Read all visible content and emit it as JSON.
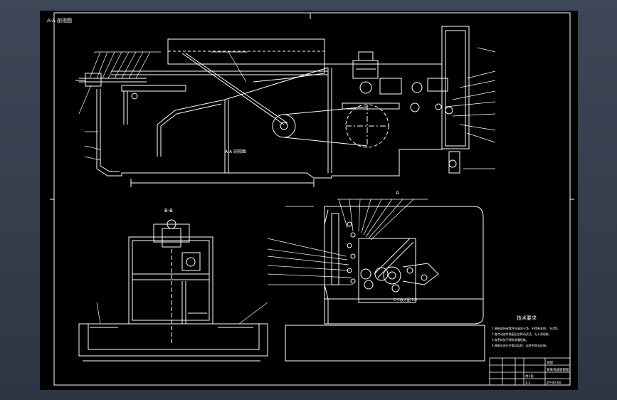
{
  "drawing": {
    "view_top_label": "A-A 剖视图",
    "view_mid_label": "A-A 剖视图",
    "section_label": "B-B",
    "view_marker": "A",
    "right_view_label": "C-C放大图 1:2",
    "tech_req_title": "技术要求",
    "tech_req_lines": [
      "1.装配前所有零件应清洗干净，不得有毛刺、飞边等。",
      "2.各传动部件装配后应转动灵活，无卡滞现象。",
      "3.各密封处不得有渗漏现象。",
      "4.装配后进行空载试运转，运转平稳无异响。"
    ]
  },
  "title_block": {
    "name": "某某机器装配图",
    "company": "装配",
    "drawing_no": "ZP-00-00",
    "scale": "1:2",
    "sheet": "共1张"
  },
  "colors": {
    "line": "#ffffff",
    "hidden": "#c8c8c8",
    "background": "#000000",
    "frame_bg": "#364050"
  }
}
